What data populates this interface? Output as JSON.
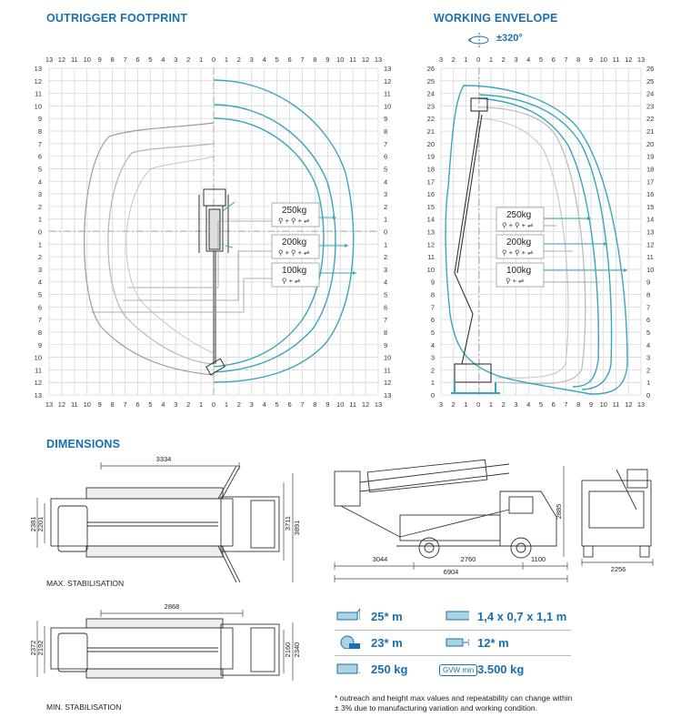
{
  "headings": {
    "outrigger": "OUTRIGGER FOOTPRINT",
    "envelope": "WORKING ENVELOPE",
    "dimensions": "DIMENSIONS"
  },
  "rotation": "±320°",
  "footprint": {
    "x_ticks": [
      "13",
      "12",
      "11",
      "10",
      "9",
      "8",
      "7",
      "6",
      "5",
      "4",
      "3",
      "2",
      "1",
      "0",
      "1",
      "2",
      "3",
      "4",
      "5",
      "6",
      "7",
      "8",
      "9",
      "10",
      "11",
      "12",
      "13"
    ],
    "y_ticks": [
      "13",
      "12",
      "11",
      "10",
      "9",
      "8",
      "7",
      "6",
      "5",
      "4",
      "3",
      "2",
      "1",
      "0",
      "1",
      "2",
      "3",
      "4",
      "5",
      "6",
      "7",
      "8",
      "9",
      "10",
      "11",
      "12",
      "13"
    ],
    "loads": [
      "250kg",
      "200kg",
      "100kg"
    ]
  },
  "envelope": {
    "x_ticks": [
      "3",
      "2",
      "1",
      "0",
      "1",
      "2",
      "3",
      "4",
      "5",
      "6",
      "7",
      "8",
      "9",
      "10",
      "11",
      "12",
      "13"
    ],
    "y_ticks": [
      "26",
      "25",
      "24",
      "23",
      "22",
      "21",
      "20",
      "19",
      "18",
      "17",
      "16",
      "15",
      "14",
      "13",
      "12",
      "11",
      "10",
      "9",
      "8",
      "7",
      "6",
      "5",
      "4",
      "3",
      "2",
      "1",
      "0"
    ],
    "loads": [
      "250kg",
      "200kg",
      "100kg"
    ]
  },
  "dimensions": {
    "max_top": "3334",
    "max_left_a": "2381",
    "max_left_b": "2201",
    "max_right_a": "3711",
    "max_right_b": "3891",
    "max_caption": "MAX. STABILISATION",
    "min_top": "2868",
    "min_left_a": "2372",
    "min_left_b": "2192",
    "min_right_a": "2160",
    "min_right_b": "2340",
    "min_caption": "MIN. STABILISATION",
    "side_a": "3044",
    "side_b": "2760",
    "side_c": "1100",
    "side_total": "6904",
    "side_height": "2885",
    "rear_width": "2256"
  },
  "specs": {
    "height": "25* m",
    "platform": "1,4 x 0,7 x 1,1 m",
    "outreach": "23* m",
    "reach": "12* m",
    "load": "250 kg",
    "gvw_label": "GVW min",
    "gvw": "3.500 kg"
  },
  "note": {
    "line1": "* outreach and height max values and repeatability can change within",
    "line2": "± 3% due to manufacturing variation and working condition."
  },
  "colors": {
    "accent": "#1a6fb0",
    "curve": "#3aa6b9",
    "grid": "#d8d8d8"
  }
}
